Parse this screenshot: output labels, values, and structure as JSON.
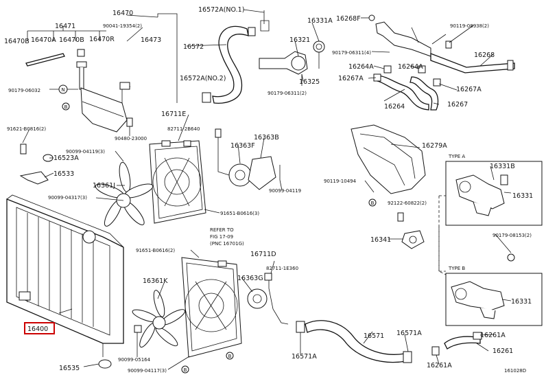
{
  "labels": {
    "p16470": "16470",
    "p16572a_no1": "16572A(NO.1)",
    "p16331a": "16331A",
    "p16268f": "16268F",
    "p90119_08938": "90119-08938(2)",
    "p16471": "16471",
    "p90041_19354": "90041-19354(2)",
    "p16470b_top": "16470B",
    "p16470b_mid": "16470B",
    "p16470a": "16470A",
    "p16470r": "16470R",
    "p16473": "16473",
    "p16572": "16572",
    "p16321": "16321",
    "p90179_06311_4": "90179-06311(4)",
    "p16268": "16268",
    "p16264a": "16264A",
    "p16264a_2": "16264A",
    "p16267a_left": "16267A",
    "p16267a_right": "16267A",
    "p16572a_no2": "16572A(NO.2)",
    "p16325": "16325",
    "p90179_06311_2": "90179-06311(2)",
    "p90179_06032": "90179-06032",
    "p16264": "16264",
    "p16267": "16267",
    "p16711e": "16711E",
    "p82711_2b640": "82711-2B640",
    "p91621_b0816": "91621-B0816(2)",
    "p90480_23000": "90480-23000",
    "p16363b": "16363B",
    "p16279a": "16279A",
    "p90099_04119_3": "90099-04119(3)",
    "p16363f": "16363F",
    "p16523a": "16523A",
    "p16533": "16533",
    "p16361j": "16361J",
    "p90099_04119": "90099-04119",
    "p90119_10494": "90119-10494",
    "p92122_60822": "92122-60822(2)",
    "p90099_04317": "90099-04317(3)",
    "p91651_b0616_3": "91651-B0616(3)",
    "p16341": "16341",
    "p refer_to": "REFER TO",
    "refer_to": "REFER TO",
    "fig": "FIG 17-09",
    "pnc": "(PNC 16701G)",
    "type_a": "TYPE A",
    "type_b": "TYPE B",
    "p16331b": "16331B",
    "p16331_a": "16331",
    "p16331_b": "16331",
    "p90179_08153": "90179-08153(2)",
    "p91651_b0616_2": "91651-B0616(2)",
    "p16711d": "16711D",
    "p82711_1e360": "82711-1E360",
    "p16361k": "16361K",
    "p16363g": "16363G",
    "p16400": "16400",
    "p16571": "16571",
    "p16571a_top": "16571A",
    "p16571a_bottom": "16571A",
    "p16261a_top": "16261A",
    "p16261a_bottom": "16261A",
    "p16261": "16261",
    "p90099_05164": "90099-05164",
    "p90099_04117": "90099-04117(3)",
    "p16535": "16535",
    "catalog_code": "161028D",
    "marker_n": "N",
    "marker_b1": "B",
    "marker_b2": "B",
    "marker_b3": "B",
    "marker_b4": "B"
  },
  "highlight_part": "16400",
  "colors": {
    "line": "#111111",
    "background": "#ffffff",
    "highlight": "#cc0000"
  }
}
